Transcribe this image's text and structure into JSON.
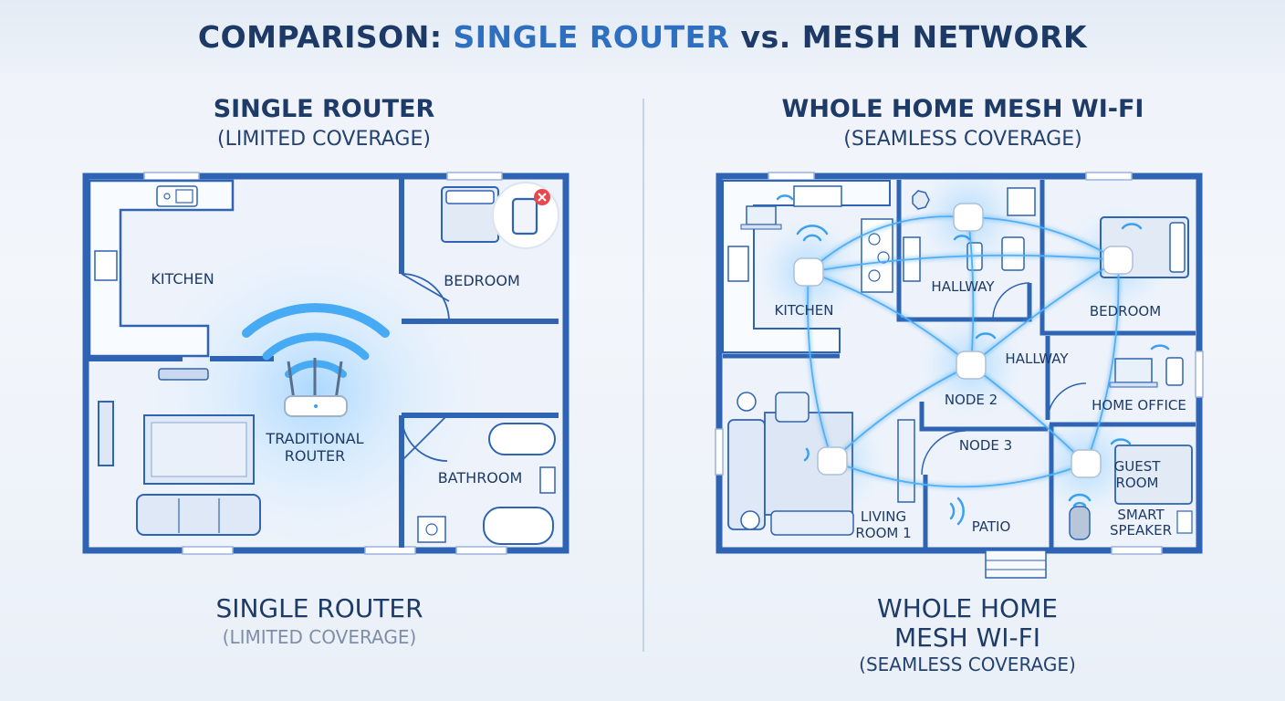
{
  "title": {
    "part1": "COMPARISON: ",
    "part2": "SINGLE ROUTER",
    "part3": " vs. ",
    "part4": "MESH NETWORK"
  },
  "left": {
    "heading": "SINGLE ROUTER",
    "subheading": "(LIMITED COVERAGE)",
    "rooms": {
      "kitchen": "KITCHEN",
      "bedroom": "BEDROOM",
      "bathroom": "BATHROOM"
    },
    "router_label_line1": "TRADITIONAL",
    "router_label_line2": "ROUTER",
    "footer_heading": "SINGLE ROUTER",
    "footer_sub": "(LIMITED COVERAGE)"
  },
  "right": {
    "heading": "WHOLE HOME MESH WI-FI",
    "subheading": "(SEAMLESS COVERAGE)",
    "rooms": {
      "kitchen": "KITCHEN",
      "hallway_top": "HALLWAY",
      "bedroom": "BEDROOM",
      "hallway": "HALLWAY",
      "home_office": "HOME OFFICE",
      "node2": "NODE 2",
      "node3": "NODE 3",
      "guest_line1": "GUEST",
      "guest_line2": "ROOM",
      "living_line1": "LIVING",
      "living_line2": "ROOM 1",
      "patio": "PATIO",
      "speaker_line1": "SMART",
      "speaker_line2": "SPEAKER"
    },
    "footer_heading_line1": "WHOLE HOME",
    "footer_heading_line2": "MESH WI-FI",
    "footer_sub": "(SEAMLESS COVERAGE)"
  },
  "colors": {
    "wall": "#2f63b3",
    "floor": "#eef3fb",
    "signal": "#3aa0f0",
    "title_dark": "#1d3a66",
    "title_accent": "#2f6fc0",
    "error": "#e5484d"
  }
}
